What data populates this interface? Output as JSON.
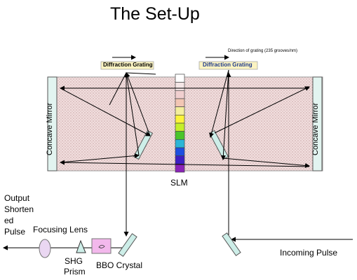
{
  "title": "The Set-Up",
  "labels": {
    "grating_direction": "Direction of grating (235 grooves/nm)",
    "grating_left": "Diffraction Grating",
    "grating_right": "Diffraction Grating",
    "mirror_left": "Concave Mirror",
    "mirror_right": "Concave Mirror",
    "slm": "SLM",
    "output_line1": "Output",
    "output_line2": "Shorten",
    "output_line3": "ed",
    "output_line4": "Pulse",
    "focusing_lens": "Focusing Lens",
    "shg_line1": "SHG",
    "shg_line2": "Prism",
    "bbo": "BBO Crystal",
    "incoming": "Incoming Pulse"
  },
  "colors": {
    "box_fill": "#f0dcdc",
    "grating_fill": "#fbf3c2",
    "mirror_fill": "#dff3ef",
    "optic_fill": "#cdeee8",
    "lens_fill": "#ead7f2",
    "bbo_fill": "#f3b8ec",
    "slm_cells": [
      "#ffffff",
      "#f4e6e6",
      "#f0cfcf",
      "#f2c6b4",
      "#f3ee9c",
      "#fbf33a",
      "#c5ef2a",
      "#49c52a",
      "#2bb6d6",
      "#1d4fe0",
      "#3d1ec4",
      "#8a23b8"
    ]
  }
}
